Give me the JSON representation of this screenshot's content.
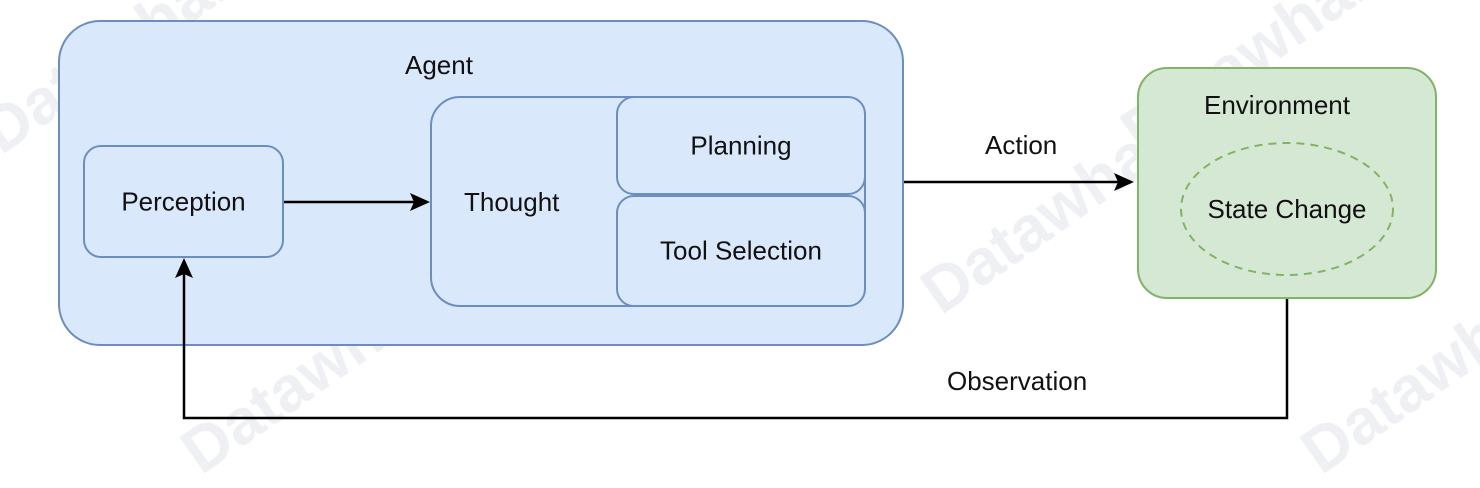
{
  "watermark": "Datawhale",
  "colors": {
    "agent_fill": "#dae8fc",
    "agent_stroke": "#6c8ebf",
    "env_fill": "#d5e8d4",
    "env_stroke": "#82b366",
    "arrow": "#000000"
  },
  "agent": {
    "title": "Agent",
    "perception": "Perception",
    "thought": "Thought",
    "planning": "Planning",
    "tool_selection": "Tool Selection"
  },
  "environment": {
    "title": "Environment",
    "state_change": "State Change"
  },
  "edges": {
    "action": "Action",
    "observation": "Observation"
  }
}
